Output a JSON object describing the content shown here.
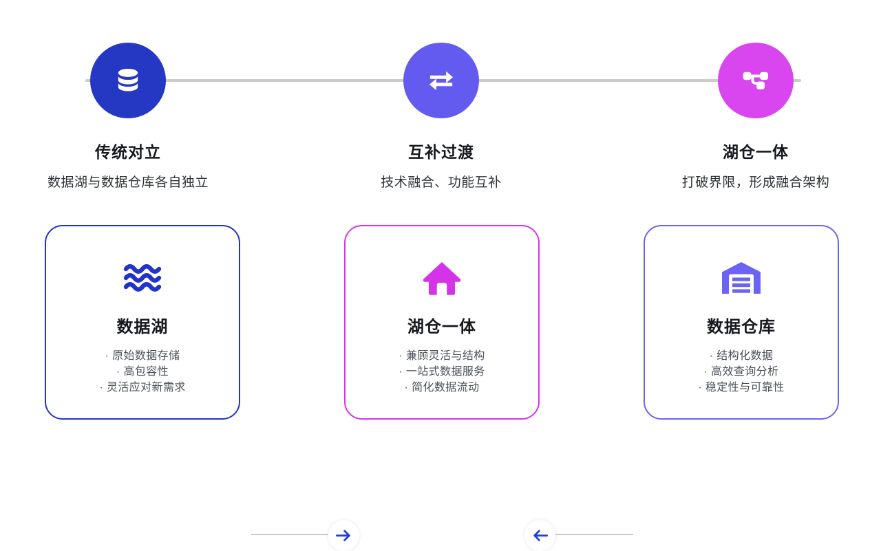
{
  "timeline": {
    "rail_color": "#cccccc",
    "steps": [
      {
        "title": "传统对立",
        "desc": "数据湖与数据仓库各自独立",
        "icon": "database-icon",
        "color": "#2538c4"
      },
      {
        "title": "互补过渡",
        "desc": "技术融合、功能互补",
        "icon": "exchange-arrows-icon",
        "color": "#635bf0"
      },
      {
        "title": "湖仓一体",
        "desc": "打破界限，形成融合架构",
        "icon": "sitemap-icon",
        "color": "#d946ef"
      }
    ]
  },
  "cards": [
    {
      "title": "数据湖",
      "icon": "water-waves-icon",
      "icon_color": "#2233cc",
      "border_color": "#2233cc",
      "items": [
        "· 原始数据存储",
        "· 高包容性",
        "· 灵活应对新需求"
      ]
    },
    {
      "title": "湖仓一体",
      "icon": "home-icon",
      "icon_color": "#d433e8",
      "border_color": "#d433e8",
      "items": [
        "· 兼顾灵活与结构",
        "· 一站式数据服务",
        "· 简化数据流动"
      ]
    },
    {
      "title": "数据仓库",
      "icon": "warehouse-icon",
      "icon_color": "#6b63f5",
      "border_color": "#6b63f5",
      "items": [
        "· 结构化数据",
        "· 高效查询分析",
        "· 稳定性与可靠性"
      ]
    }
  ],
  "connectors": [
    {
      "name": "arrow-right-icon",
      "direction": "right",
      "color": "#1f3fd6"
    },
    {
      "name": "arrow-left-icon",
      "direction": "left",
      "color": "#1f3fd6"
    }
  ]
}
